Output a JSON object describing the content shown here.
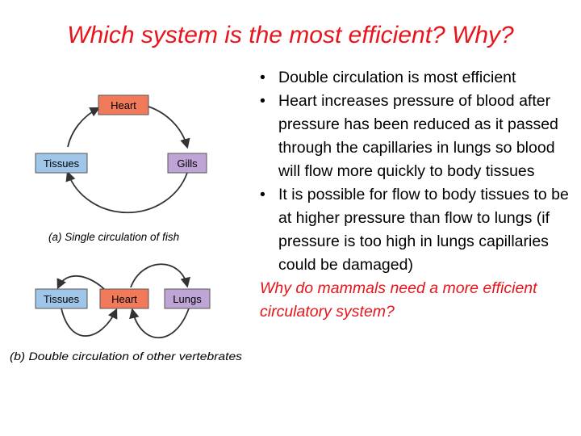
{
  "title": "Which system is the most efficient?  Why?",
  "diagram": {
    "single": {
      "heart": "Heart",
      "tissues": "Tissues",
      "gills": "Gills",
      "caption": "(a) Single circulation of fish"
    },
    "double": {
      "tissues": "Tissues",
      "heart": "Heart",
      "lungs": "Lungs",
      "caption": "(b) Double circulation of other vertebrates"
    },
    "colors": {
      "heart_box": "#f07a5a",
      "tissues_box": "#9fc5e8",
      "organ_box": "#bfa5d6",
      "arrow": "#333333"
    }
  },
  "bullets": [
    "Double circulation is most efficient",
    "Heart increases pressure of blood after pressure has been reduced as it passed through the capillaries in lungs so blood will flow more quickly to body tissues",
    "It is possible for flow to body tissues to be at higher pressure than flow to lungs (if pressure is too high in lungs capillaries could be damaged)"
  ],
  "bullet_glyph": "•",
  "question": "Why do mammals need a more efficient circulatory system?",
  "colors": {
    "accent": "#e8141b"
  }
}
